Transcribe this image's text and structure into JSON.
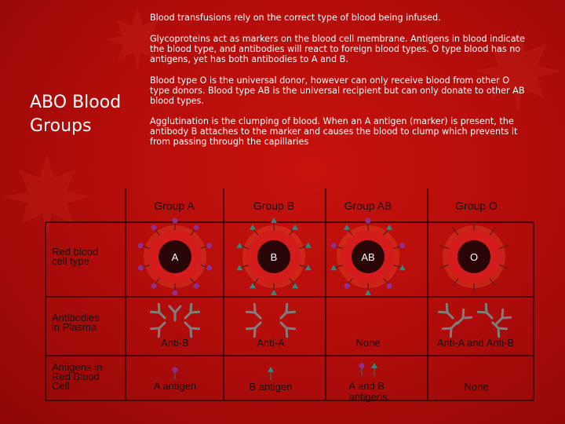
{
  "slide": {
    "title": "ABO Blood Groups",
    "paragraphs": [
      "Blood transfusions rely on the correct type of blood being infused.",
      "Glycoproteins act as markers on the blood cell membrane. Antigens in blood indicate the blood type, and antibodies will react to foreign blood types.  O type blood has no antigens, yet has both antibodies to A and B.",
      "Blood type O is the universal donor, however can only receive blood from other O type donors.  Blood type AB is the universal recipient but can only donate to other AB blood types.",
      "Agglutination is the clumping of blood.  When an A antigen (marker) is present, the antibody B attaches to the marker and causes the blood to clump which prevents it from passing through the capillaries"
    ]
  },
  "table": {
    "groups": [
      "Group A",
      "Group B",
      "Group AB",
      "Group O"
    ],
    "row_labels": [
      "Red blood cell type",
      "Antibodies in Plasma",
      "Antigens in Red Blood Cell"
    ],
    "cell_letters": [
      "A",
      "B",
      "AB",
      "O"
    ],
    "antibodies": [
      "Anti-B",
      "Anti-A",
      "None",
      "Anti-A and Anti-B"
    ],
    "antigens": [
      "A antigen",
      "B antigen",
      "A and B antigens",
      "None"
    ]
  },
  "colors": {
    "background": "#b50d0b",
    "cell_outer": "#d41c1c",
    "cell_core": "#2a0505",
    "antigen_a": "#8e2f8e",
    "antigen_b": "#2e8a82",
    "antibody": "#7e7e7e"
  }
}
